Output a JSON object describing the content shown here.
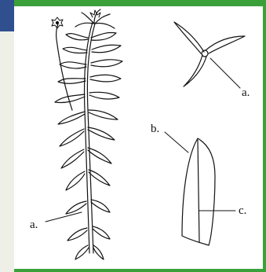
{
  "colors": {
    "top_bar": "#3aa13a",
    "side_bar": "#3aa13a",
    "left_strip": "#eef0e8",
    "left_tab": "#2f4f8f",
    "ink": "#111111"
  },
  "labels": {
    "stem_leaf_whorl": "a.",
    "whorl_leaf": "a.",
    "leaf_margin": "b.",
    "leaf_midrib": "c."
  }
}
